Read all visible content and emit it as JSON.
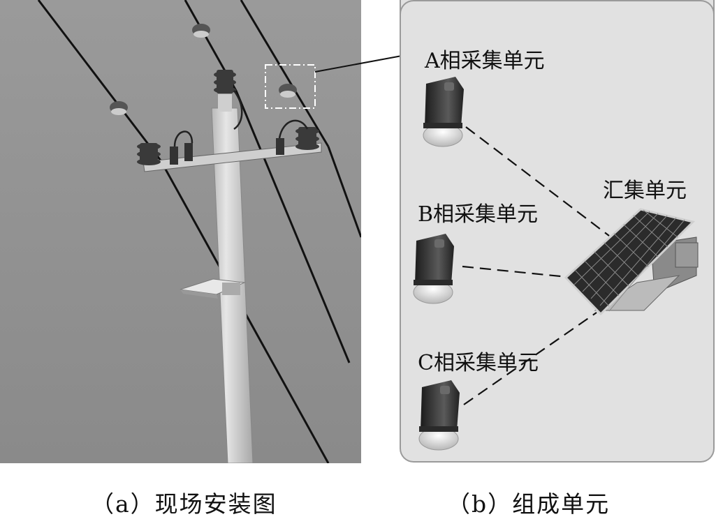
{
  "labels": {
    "phase_a": "A相采集单元",
    "phase_b": "B相采集单元",
    "phase_c": "C相采集单元",
    "aggregation": "汇集单元"
  },
  "captions": {
    "left": "（a）现场安装图",
    "right": "（b）组成单元"
  },
  "colors": {
    "sky": "#8f8f8f",
    "panel_bg": "#e1e1e1",
    "panel_border": "#9a9a9a",
    "pole": "#d6d6d6",
    "wire": "#111111"
  }
}
